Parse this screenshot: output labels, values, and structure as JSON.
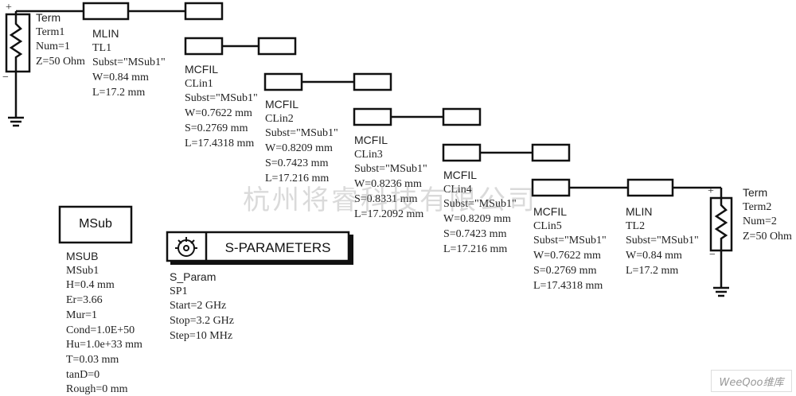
{
  "term1": {
    "type": "Term",
    "name": "Term1",
    "num": "Num=1",
    "z": "Z=50 Ohm",
    "plus": "+",
    "minus": "−"
  },
  "tl1": {
    "type": "MLIN",
    "name": "TL1",
    "subst": "Subst=\"MSub1\"",
    "w": "W=0.84 mm",
    "l": "L=17.2 mm"
  },
  "clin1": {
    "type": "MCFIL",
    "name": "CLin1",
    "subst": "Subst=\"MSub1\"",
    "w": "W=0.7622 mm",
    "s": "S=0.2769 mm",
    "l": "L=17.4318 mm"
  },
  "clin2": {
    "type": "MCFIL",
    "name": "CLin2",
    "subst": "Subst=\"MSub1\"",
    "w": "W=0.8209 mm",
    "s": "S=0.7423 mm",
    "l": "L=17.216 mm"
  },
  "clin3": {
    "type": "MCFIL",
    "name": "CLin3",
    "subst": "Subst=\"MSub1\"",
    "w": "W=0.8236 mm",
    "s": "S=0.8331 mm",
    "l": "L=17.2092 mm"
  },
  "clin4": {
    "type": "MCFIL",
    "name": "CLin4",
    "subst": "Subst=\"MSub1\"",
    "w": "W=0.8209 mm",
    "s": "S=0.7423 mm",
    "l": "L=17.216 mm"
  },
  "clin5": {
    "type": "MCFIL",
    "name": "CLin5",
    "subst": "Subst=\"MSub1\"",
    "w": "W=0.7622 mm",
    "s": "S=0.2769 mm",
    "l": "L=17.4318 mm"
  },
  "tl2": {
    "type": "MLIN",
    "name": "TL2",
    "subst": "Subst=\"MSub1\"",
    "w": "W=0.84 mm",
    "l": "L=17.2 mm"
  },
  "term2": {
    "type": "Term",
    "name": "Term2",
    "num": "Num=2",
    "z": "Z=50 Ohm",
    "plus": "+",
    "minus": "−"
  },
  "msub": {
    "box": "MSub",
    "type": "MSUB",
    "name": "MSub1",
    "params": [
      "H=0.4 mm",
      "Er=3.66",
      "Mur=1",
      "Cond=1.0E+50",
      "Hu=1.0e+33 mm",
      "T=0.03 mm",
      "tanD=0",
      "Rough=0 mm"
    ]
  },
  "sparam": {
    "box": "S-PARAMETERS",
    "type": "S_Param",
    "name": "SP1",
    "start": "Start=2 GHz",
    "stop": "Stop=3.2 GHz",
    "step": "Step=10 MHz",
    "icon": "gear-icon"
  },
  "watermark": "杭州将睿科技有限公司",
  "logo": "WeeQoo维库"
}
